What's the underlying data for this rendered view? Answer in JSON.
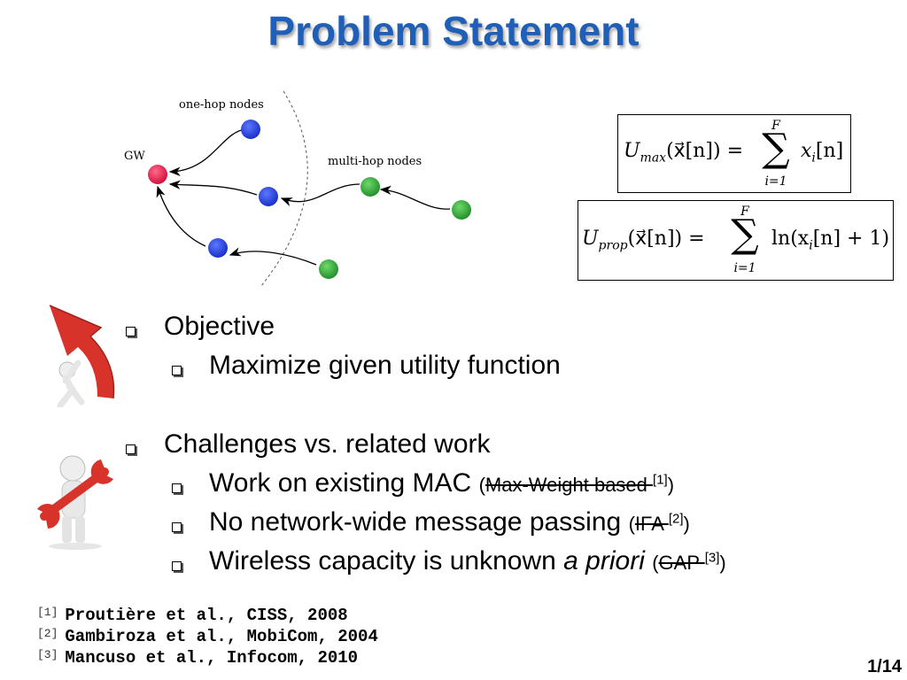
{
  "slide": {
    "title": "Problem Statement",
    "page": "1/14"
  },
  "diagram": {
    "labels": {
      "gw": "GW",
      "one_hop": "one-hop nodes",
      "multi_hop": "multi-hop nodes"
    },
    "colors": {
      "gateway": "#e8174a",
      "one_hop": "#1f3fe0",
      "multi_hop": "#2fae3a"
    }
  },
  "equations": {
    "umax": {
      "lhs": "U",
      "lhs_sub": "max",
      "args": "(x⃗[n]) =",
      "sum_top": "F",
      "sum_bottom": "i=1",
      "summand": "x",
      "summand_sub": "i",
      "summand_tail": "[n]"
    },
    "uprop": {
      "lhs": "U",
      "lhs_sub": "prop",
      "args": "(x⃗[n]) =",
      "sum_top": "F",
      "sum_bottom": "i=1",
      "summand_head": "ln(x",
      "summand_sub": "i",
      "summand_tail": "[n] + 1)"
    }
  },
  "bullets": {
    "objective": "Objective",
    "objective_sub": "Maximize given utility function",
    "challenges": "Challenges vs. related work",
    "c1": "Work on existing MAC",
    "c1_open": "(",
    "c1_strike": "Max-Weight based ",
    "c1_ref": "[1]",
    "c1_close": ")",
    "c2": "No network-wide message passing",
    "c2_open": "(",
    "c2_strike": "IFA ",
    "c2_ref": "[2]",
    "c2_close": ")",
    "c3": "Wireless capacity is unknown ",
    "c3_italic": "a priori",
    "c3_open": "(",
    "c3_strike": "GAP ",
    "c3_ref": "[3]",
    "c3_close": ")"
  },
  "references": [
    {
      "num": "[1]",
      "text": "Proutière et al., CISS, 2008"
    },
    {
      "num": "[2]",
      "text": "Gambiroza et al., MobiCom, 2004"
    },
    {
      "num": "[3]",
      "text": "Mancuso et al., Infocom, 2010"
    }
  ],
  "icons": {
    "objective": "person-pushing-arrow-icon",
    "challenges": "person-holding-wrench-icon",
    "bullet": "square-bullet-icon"
  }
}
